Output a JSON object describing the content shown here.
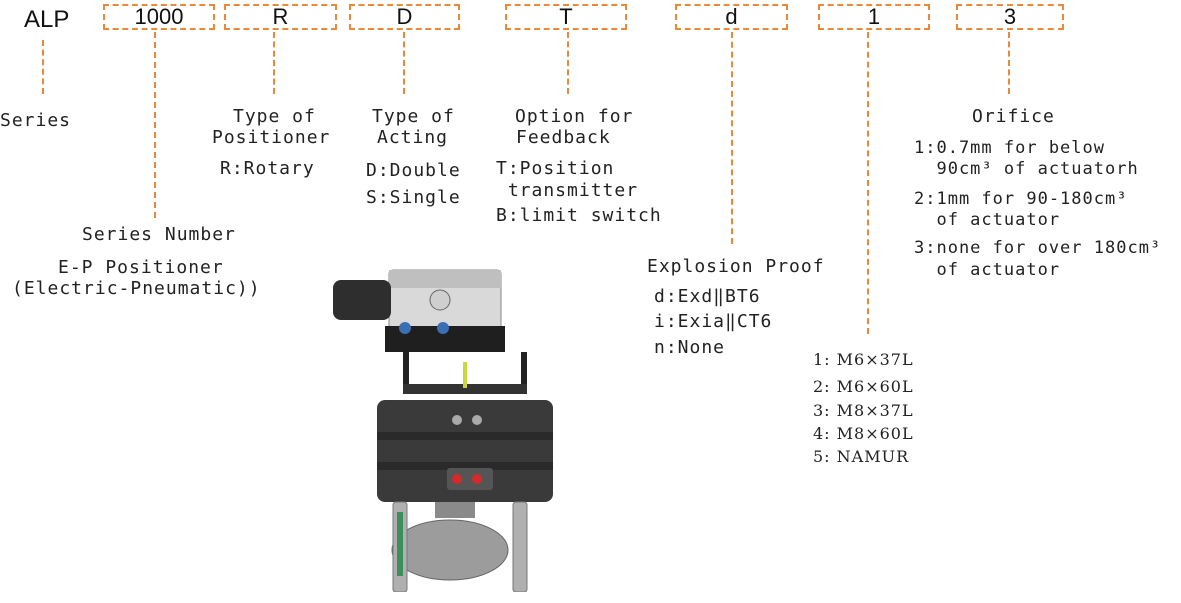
{
  "code": {
    "prefix": "ALP",
    "boxes": [
      "1000",
      "R",
      "D",
      "T",
      "d",
      "1",
      "3"
    ]
  },
  "labels": {
    "series": "Series",
    "series_number": {
      "title": "Series Number",
      "lines": [
        "E-P Positioner",
        "(Electric-Pneumatic))"
      ]
    },
    "positioner": {
      "title": [
        "Type of",
        "Positioner"
      ],
      "options": [
        "R:Rotary"
      ]
    },
    "acting": {
      "title": [
        "Type of",
        "Acting"
      ],
      "options": [
        "D:Double",
        "S:Single"
      ]
    },
    "feedback": {
      "title": [
        "Option for",
        "Feedback"
      ],
      "options": [
        "T:Position",
        " transmitter",
        "B:limit switch"
      ]
    },
    "explosion": {
      "title": "Explosion Proof",
      "options": [
        "d:Exd‖BT6",
        "i:Exia‖CT6",
        "n:None"
      ]
    },
    "mounting": {
      "options": [
        "1: M6×37L",
        "2: M6×60L",
        "3: M8×37L",
        "4: M8×60L",
        "5: NAMUR"
      ]
    },
    "orifice": {
      "title": "Orifice",
      "options": [
        "1:0.7mm for below",
        "  90cm³ of actuatorh",
        "2:1mm for 90-180cm³",
        "  of actuator",
        "3:none for over 180cm³",
        "  of actuator"
      ]
    }
  },
  "colors": {
    "dash": "#e98a3a",
    "text": "#222222"
  },
  "image": {
    "subject": "pneumatic actuated ball valve with electro-pneumatic positioner"
  }
}
